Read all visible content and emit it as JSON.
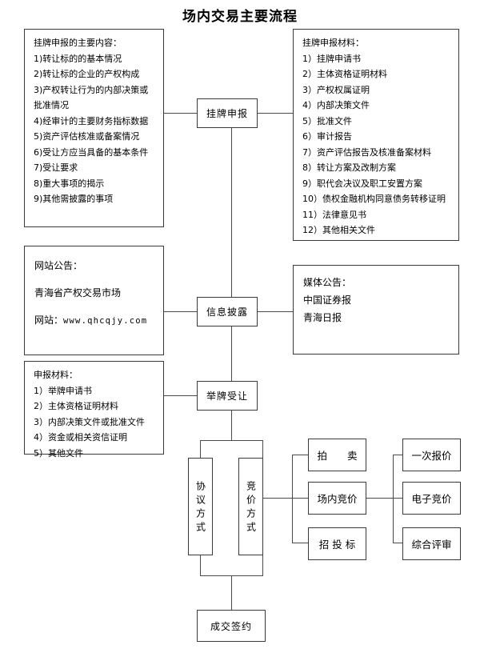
{
  "title": "场内交易主要流程",
  "boxes": {
    "listing_content": {
      "heading": "挂牌申报的主要内容：",
      "items": [
        "1)转让标的的基本情况",
        "2)转让标的企业的产权构成",
        "3)产权转让行为的内部决策或",
        "批准情况",
        "4)经审计的主要财务指标数据",
        "5)资产评估核准或备案情况",
        "6)受让方应当具备的基本条件",
        "7)受让要求",
        "8)重大事项的揭示",
        "9)其他需披露的事项"
      ]
    },
    "listing_materials": {
      "heading": "挂牌申报材料：",
      "items": [
        "1）挂牌申请书",
        "2）主体资格证明材料",
        "3）产权权属证明",
        "4）内部决策文件",
        "5）批准文件",
        "6）审计报告",
        "7）资产评估报告及核准备案材料",
        "8）转让方案及改制方案",
        "9）职代会决议及职工安置方案",
        "10）债权金融机构同意债务转移证明",
        "11）法律意见书",
        "12）其他相关文件"
      ]
    },
    "website_notice": {
      "heading": "网站公告：",
      "market": "青海省产权交易市场",
      "site_label": "网站：",
      "site_url": "www.qhcqjy.com"
    },
    "media_notice": {
      "heading": "媒体公告：",
      "items": [
        "中国证券报",
        "青海日报"
      ]
    },
    "application_materials": {
      "heading": "申报材料：",
      "items": [
        "1）举牌申请书",
        "2）主体资格证明材料",
        "3）内部决策文件或批准文件",
        "4）资金或相关资信证明",
        "5）其他文件"
      ]
    }
  },
  "process": {
    "listing_declaration": "挂牌申报",
    "info_disclosure": "信息披露",
    "bid_acceptance": "举牌受让",
    "agreement_method": "协议方式",
    "bidding_method": "竞价方式",
    "deal_signing": "成交签约"
  },
  "methods": [
    {
      "label": "拍　　卖"
    },
    {
      "label": "场内竞价"
    },
    {
      "label": "招 投 标"
    }
  ],
  "bidding_types": [
    {
      "label": "一次报价"
    },
    {
      "label": "电子竞价"
    },
    {
      "label": "综合评审"
    }
  ],
  "colors": {
    "line": "#4a4a4a",
    "border": "#3a3a3a",
    "background": "#ffffff",
    "text": "#000000"
  }
}
